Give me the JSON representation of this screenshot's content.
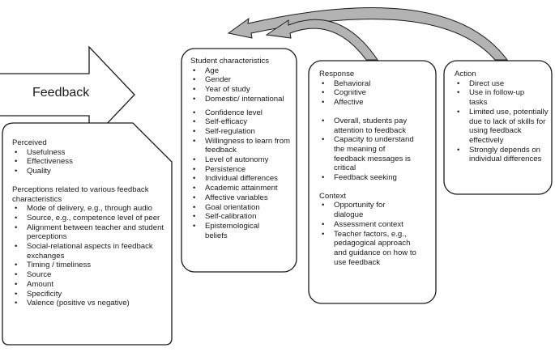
{
  "arrow_label": "Feedback",
  "perceived": {
    "title": "Perceived",
    "items1": [
      "Usefulness",
      "Effectiveness",
      "Quality"
    ],
    "subtitle": "Perceptions related to various feedback characteristics",
    "items2": [
      "Mode of delivery, e.g., through audio",
      "Source, e.g., competence level of peer",
      "Alignment between teacher and student perceptions",
      "Social-relational aspects in feedback exchanges",
      "Timing / timeliness",
      "Source",
      "Amount",
      "Specificity",
      "Valence (positive vs negative)"
    ]
  },
  "student": {
    "title": "Student characteristics",
    "items": [
      "Age",
      "Gender",
      "Year of study",
      "Domestic/ international",
      "Confidence level",
      "Self-efficacy",
      "Self-regulation",
      "Willingness to learn from feedback",
      "Level of autonomy",
      "Persistence",
      "Individual differences",
      "Academic attainment",
      "Affective variables",
      "Goal orientation",
      "Self-calibration",
      "Epistemological beliefs"
    ]
  },
  "response": {
    "title": "Response",
    "items1": [
      "Behavioral",
      "Cognitive",
      "Affective"
    ],
    "items2": [
      "Overall, students pay attention to feedback",
      "Capacity to understand the meaning of feedback messages is critical",
      "Feedback seeking"
    ],
    "context_title": "Context",
    "context_items": [
      "Opportunity for dialogue",
      "Assessment context",
      "Teacher factors, e.g., pedagogical approach and guidance on how to use feedback"
    ]
  },
  "action": {
    "title": "Action",
    "items": [
      "Direct use",
      "Use in follow-up tasks",
      "Limited use, potentially due to lack of skills for using feedback effectively",
      "Strongly depends on individual differences"
    ]
  },
  "colors": {
    "curved_arrow_fill": "#b3b3b3",
    "stroke": "#1a1a1a"
  }
}
